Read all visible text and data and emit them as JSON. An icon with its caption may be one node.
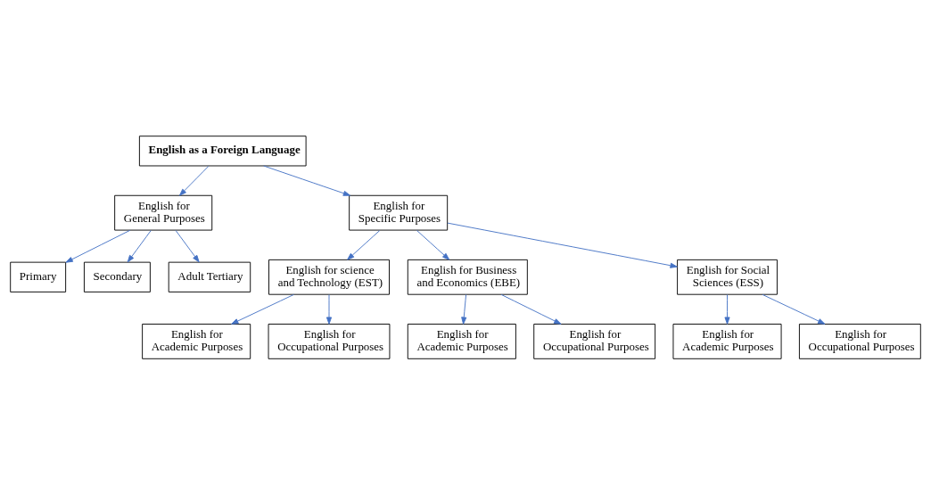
{
  "diagram": {
    "nodes": [
      {
        "text": [
          "English as a Foreign Language"
        ]
      },
      {
        "text": [
          "English for General Purposes"
        ]
      },
      {
        "text": [
          "English for Specific Purposes"
        ]
      },
      {
        "text": [
          "Primary"
        ]
      },
      {
        "text": [
          "Secondary"
        ]
      },
      {
        "text": [
          "Adult Tertiary"
        ]
      },
      {
        "text": [
          "English for science and Technology (EST)"
        ]
      },
      {
        "text": [
          "English for Business and Economics (EBE)"
        ]
      },
      {
        "text": [
          "English for Social Sciences (ESS)"
        ]
      },
      {
        "text": [
          "English for Academic Purposes"
        ]
      },
      {
        "text": [
          "English for Occupational Purposes"
        ]
      },
      {
        "text": [
          "English for Academic Purposes"
        ]
      },
      {
        "text": [
          "English for Occupational Purposes"
        ]
      },
      {
        "text": [
          "English for Academic Purposes"
        ]
      },
      {
        "text": [
          "English for Occupational Purposes"
        ]
      }
    ],
    "edges": [
      {
        "from": 0,
        "to": 1,
        "arrow": "to"
      },
      {
        "from": 0,
        "to": 2,
        "arrow": "to"
      },
      {
        "from": 1,
        "to": 3,
        "arrow": "to"
      },
      {
        "from": 1,
        "to": 4,
        "arrow": "to"
      },
      {
        "from": 1,
        "to": 5,
        "arrow": "to"
      },
      {
        "from": 2,
        "to": 6,
        "arrow": "to"
      },
      {
        "from": 2,
        "to": 7,
        "arrow": "to"
      },
      {
        "from": 2,
        "to": 8,
        "arrow": "to"
      },
      {
        "from": 6,
        "to": 9,
        "arrow": "to"
      },
      {
        "from": 6,
        "to": 10,
        "arrow": "to"
      },
      {
        "from": 7,
        "to": 11,
        "arrow": "to"
      },
      {
        "from": 7,
        "to": 12,
        "arrow": "to"
      },
      {
        "from": 8,
        "to": 13,
        "arrow": "to"
      },
      {
        "from": 8,
        "to": 14,
        "arrow": "to"
      }
    ]
  }
}
